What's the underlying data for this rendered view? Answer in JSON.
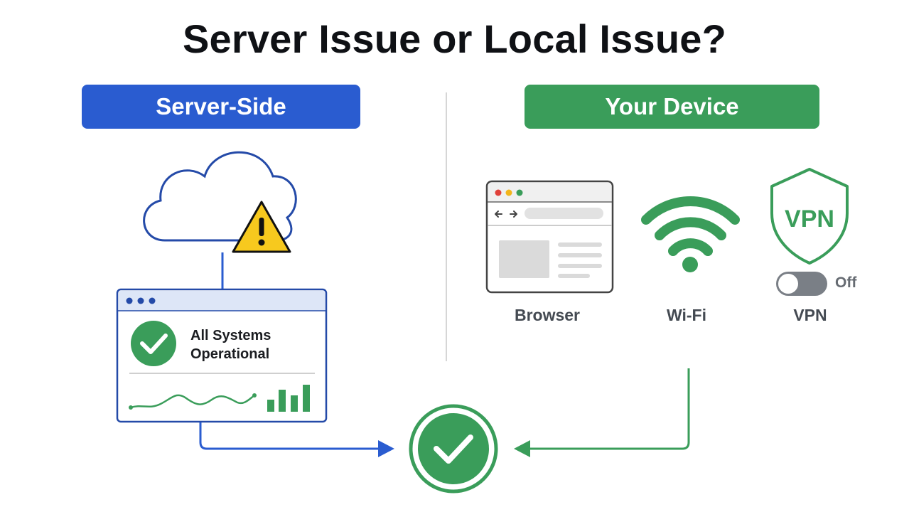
{
  "title": "Server Issue or Local Issue?",
  "server_side": {
    "header": "Server-Side",
    "status_line1": "All Systems",
    "status_line2": "Operational"
  },
  "device_side": {
    "header": "Your Device",
    "browser_label": "Browser",
    "wifi_label": "Wi-Fi",
    "vpn_label": "VPN",
    "vpn_shield_text": "VPN",
    "vpn_toggle_label": "Off"
  },
  "colors": {
    "blue": "#2a5cd0",
    "green": "#3a9d5a",
    "warning_yellow": "#f7c91e",
    "text_dark": "#0f1115"
  },
  "icons": [
    "cloud-icon",
    "warning-icon",
    "status-window-icon",
    "check-circle-icon",
    "browser-window-icon",
    "wifi-icon",
    "vpn-shield-icon",
    "toggle-icon",
    "result-check-icon"
  ]
}
